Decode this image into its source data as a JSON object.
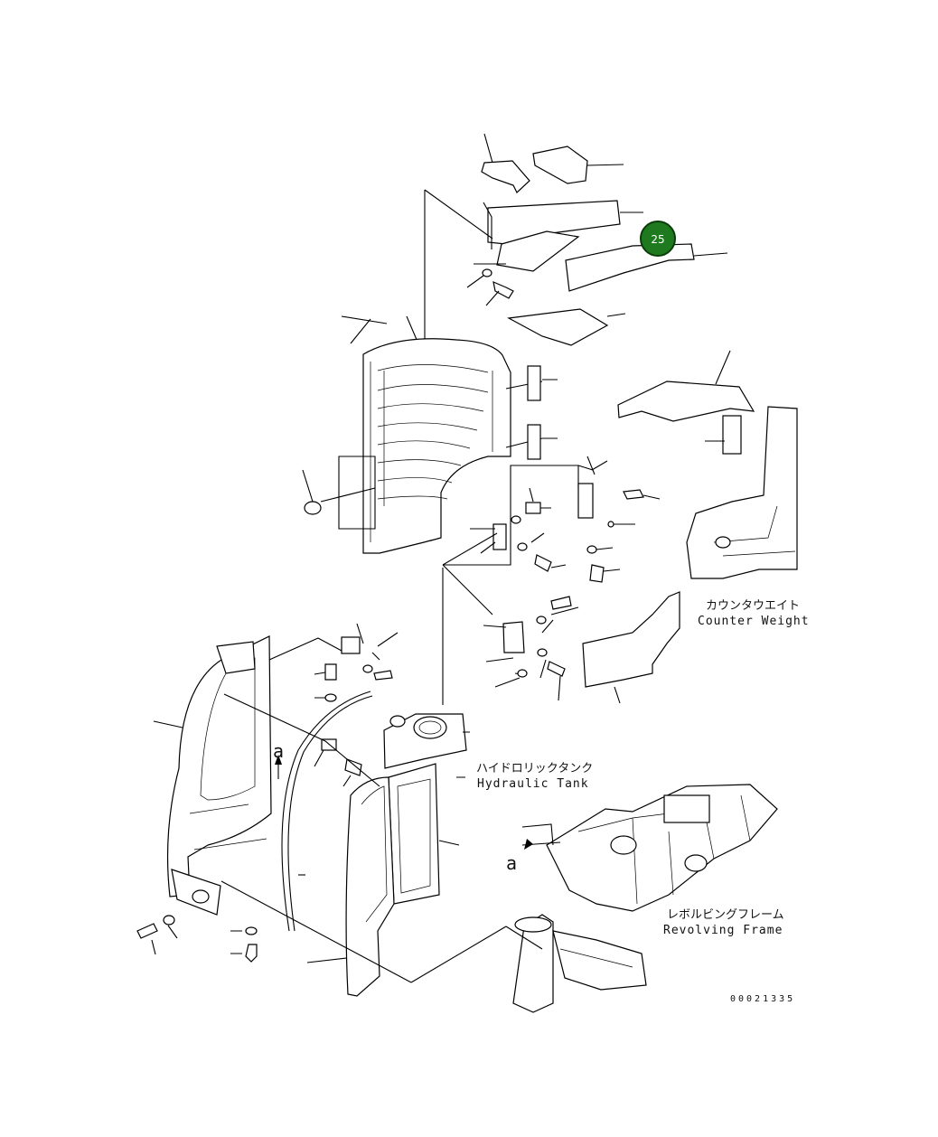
{
  "drawing_number": "00021335",
  "highlight": {
    "label": "25",
    "color": "#1f7a1f",
    "border": "#0b3d0b",
    "text_color": "#ffffff"
  },
  "labels": {
    "counter_weight_jp": "カウンタウエイト",
    "counter_weight_en": "Counter Weight",
    "hydraulic_tank_jp": "ハイドロリックタンク",
    "hydraulic_tank_en": "Hydraulic Tank",
    "revolving_frame_jp": "レボルビングフレーム",
    "revolving_frame_en": "Revolving Frame",
    "view_a_top": "a",
    "view_a_bottom": "a"
  }
}
